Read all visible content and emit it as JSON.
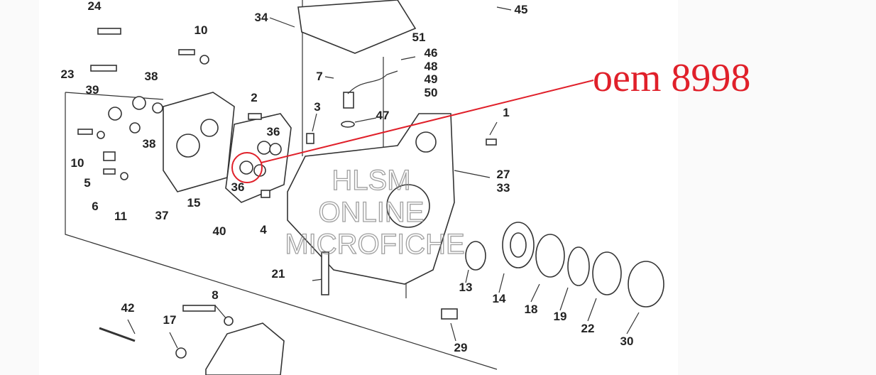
{
  "diagram": {
    "labels": [
      "24",
      "10",
      "34",
      "45",
      "51",
      "46",
      "48",
      "49",
      "50",
      "23",
      "38",
      "39",
      "2",
      "7",
      "3",
      "47",
      "1",
      "36",
      "10",
      "38",
      "5",
      "36",
      "15",
      "27",
      "33",
      "6",
      "11",
      "37",
      "40",
      "4",
      "21",
      "13",
      "14",
      "18",
      "19",
      "22",
      "30",
      "8",
      "42",
      "17",
      "29"
    ],
    "watermark": [
      "HLSM",
      "ONLINE",
      "MICROFICHE"
    ],
    "annotation": "oem 8998",
    "colors": {
      "annotation": "#e0202a",
      "line": "#333333"
    }
  }
}
